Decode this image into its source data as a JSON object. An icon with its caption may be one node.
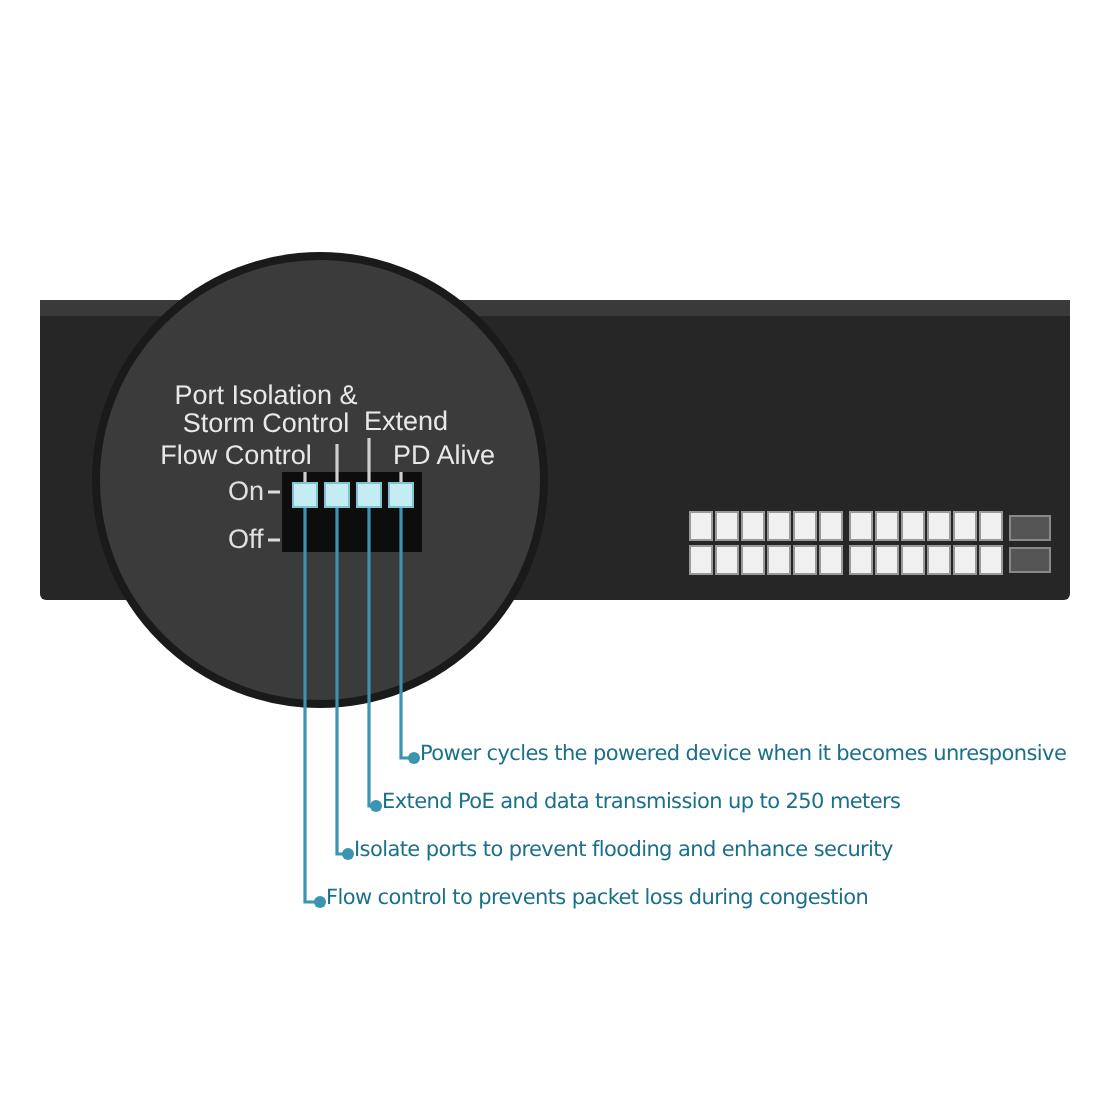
{
  "diagram": {
    "nodes": [
      {
        "text": [
          "Port Isolation & Storm Control"
        ]
      },
      {
        "text": [
          "Extend"
        ]
      },
      {
        "text": [
          "Flow Control"
        ]
      },
      {
        "text": [
          "PD Alive"
        ]
      },
      {
        "text": [],
        "shape": "box"
      },
      {
        "text": [],
        "shape": "box"
      },
      {
        "text": [],
        "shape": "box"
      },
      {
        "text": [],
        "shape": "box"
      },
      {
        "text": [
          "Power cycles the powered device when it becomes unresponsive"
        ]
      },
      {
        "text": [
          "Extend PoE and data transmission up to 250 meters"
        ]
      },
      {
        "text": [
          "Isolate ports to prevent flooding and enhance security"
        ]
      },
      {
        "text": [
          "Flow control to prevents packet loss during congestion"
        ]
      }
    ],
    "edges": [
      {
        "from": 2,
        "to": 4,
        "arrow": "none"
      },
      {
        "from": 0,
        "to": 5,
        "arrow": "none"
      },
      {
        "from": 1,
        "to": 6,
        "arrow": "none"
      },
      {
        "from": 3,
        "to": 7,
        "arrow": "none"
      },
      {
        "from": 4,
        "to": 11,
        "arrow": "other",
        "color": "#3a95b0"
      },
      {
        "from": 5,
        "to": 10,
        "arrow": "other",
        "color": "#3a95b0"
      },
      {
        "from": 6,
        "to": 9,
        "arrow": "other",
        "color": "#3a95b0"
      },
      {
        "from": 7,
        "to": 8,
        "arrow": "other",
        "color": "#3a95b0"
      }
    ],
    "labels": [
      "On",
      "Off"
    ]
  }
}
